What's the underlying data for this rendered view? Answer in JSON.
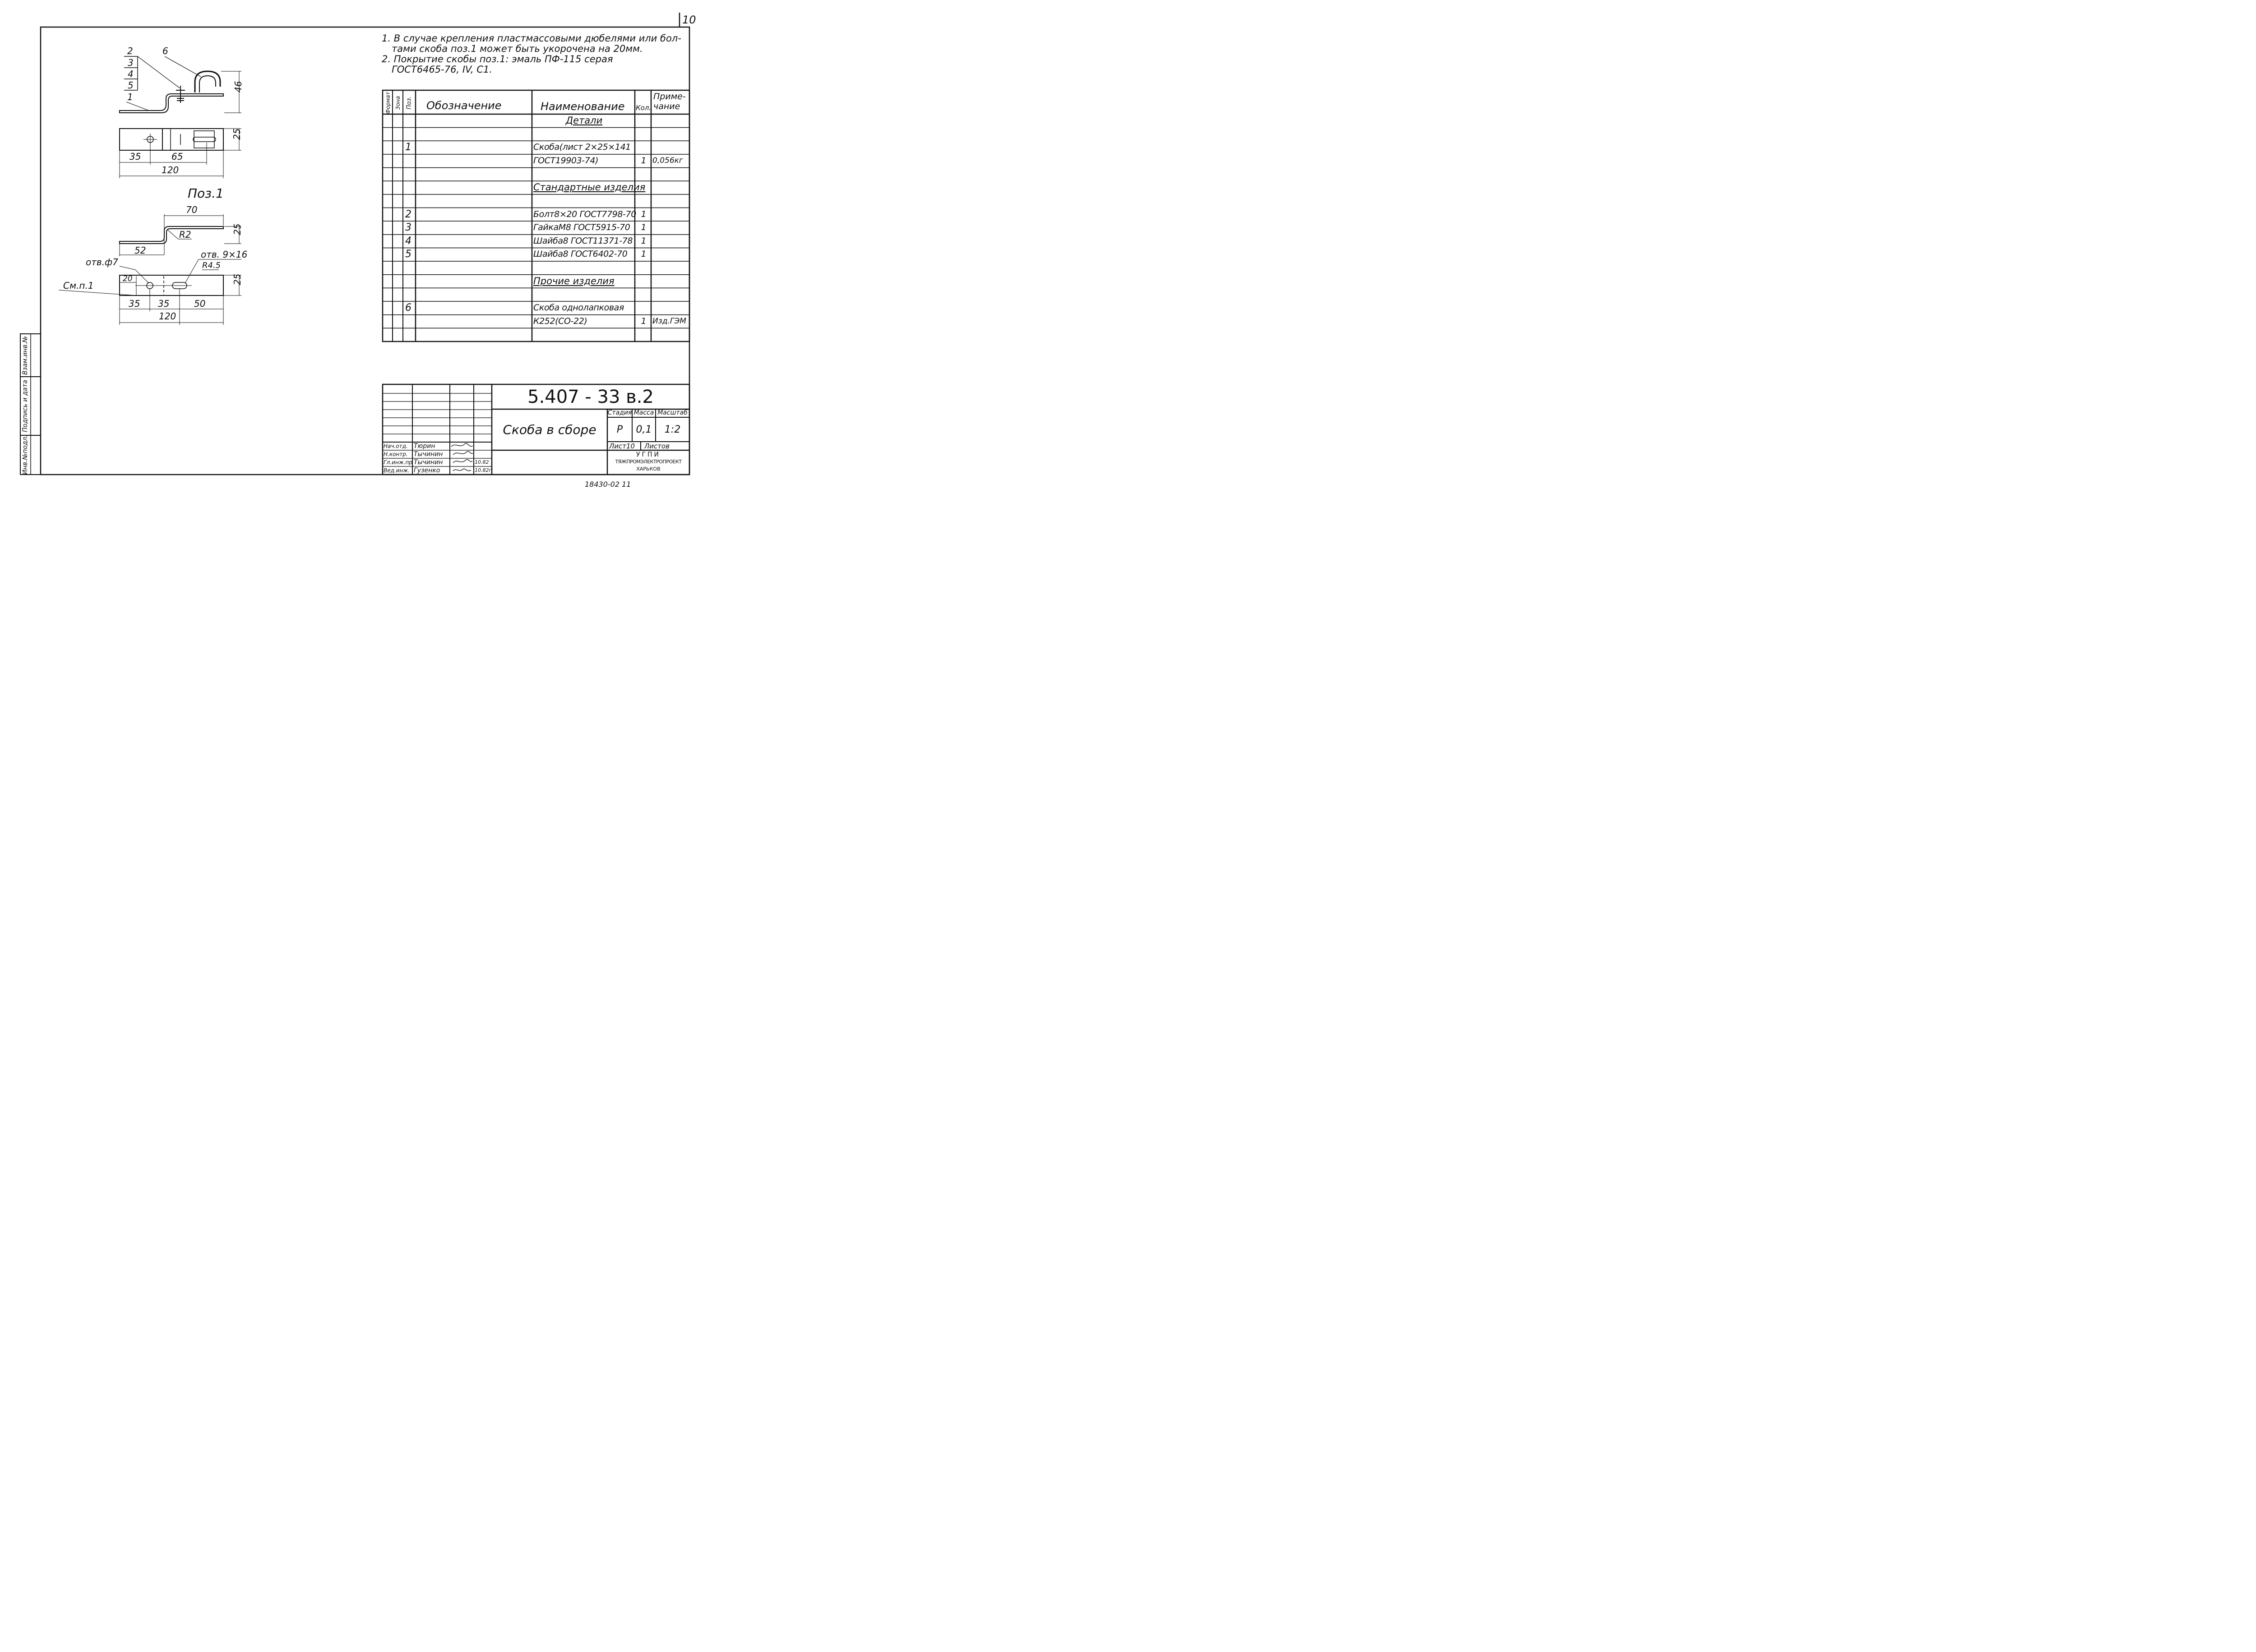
{
  "page_number": "10",
  "notes": {
    "n1_line1": "1. В случае крепления пластмассовыми дюбелями или бол-",
    "n1_line2": "тами скоба поз.1 может быть укорочена на 20мм.",
    "n2_line1": "2. Покрытие скобы поз.1: эмаль ПФ-115 серая",
    "n2_line2": "ГОСТ6465-76, IV, C1."
  },
  "drawing": {
    "assembly": {
      "callouts": [
        "2",
        "3",
        "4",
        "5",
        "1",
        "6"
      ],
      "dims": {
        "height": "46",
        "width": "25",
        "d35": "35",
        "d65": "65",
        "d120": "120"
      }
    },
    "part_title": "Поз.1",
    "part": {
      "dims": {
        "d70": "70",
        "r2": "R2",
        "h25": "25",
        "d52": "52",
        "hole": "отв.ф7",
        "slot": "отв. 9×16",
        "r45": "R4.5",
        "d20": "20",
        "note_ref": "См.п.1",
        "w25": "25",
        "d35a": "35",
        "d35b": "35",
        "d50": "50",
        "d120": "120"
      }
    }
  },
  "spec": {
    "headers": {
      "format": "Формат",
      "zone": "Зона",
      "pos": "Поз.",
      "designation": "Обозначение",
      "name": "Наименование",
      "qty": "Кол.",
      "note1": "Приме-",
      "note2": "чание"
    },
    "rows": [
      {
        "pos": "",
        "name": "Детали",
        "qty": "",
        "note": "",
        "section": true
      },
      {
        "pos": "",
        "name": "",
        "qty": "",
        "note": ""
      },
      {
        "pos": "1",
        "name": "Скоба(лист 2×25×141",
        "qty": "",
        "note": ""
      },
      {
        "pos": "",
        "name": "ГОСТ19903-74)",
        "qty": "1",
        "note": "0,056кг"
      },
      {
        "pos": "",
        "name": "",
        "qty": "",
        "note": ""
      },
      {
        "pos": "",
        "name": "Стандартные изделия",
        "qty": "",
        "note": "",
        "section": true
      },
      {
        "pos": "",
        "name": "",
        "qty": "",
        "note": ""
      },
      {
        "pos": "2",
        "name": "Болт8×20 ГОСТ7798-70",
        "qty": "1",
        "note": ""
      },
      {
        "pos": "3",
        "name": "ГайкаМ8 ГОСТ5915-70",
        "qty": "1",
        "note": ""
      },
      {
        "pos": "4",
        "name": "Шайба8 ГОСТ11371-78",
        "qty": "1",
        "note": ""
      },
      {
        "pos": "5",
        "name": "Шайба8 ГОСТ6402-70",
        "qty": "1",
        "note": ""
      },
      {
        "pos": "",
        "name": "",
        "qty": "",
        "note": ""
      },
      {
        "pos": "",
        "name": "Прочие изделия",
        "qty": "",
        "note": "",
        "section": true
      },
      {
        "pos": "",
        "name": "",
        "qty": "",
        "note": ""
      },
      {
        "pos": "6",
        "name": "Скоба однолапковая",
        "qty": "",
        "note": ""
      },
      {
        "pos": "",
        "name": "К252(СО-22)",
        "qty": "1",
        "note": "Изд.ГЭМ"
      },
      {
        "pos": "",
        "name": "",
        "qty": "",
        "note": ""
      }
    ]
  },
  "title_block": {
    "doc_code": "5.407 - 33 в.2",
    "title": "Скоба в сборе",
    "labels": {
      "stage": "Стадия",
      "mass": "Масса",
      "scale": "Масштаб",
      "sheet": "Лист10",
      "sheets": "Листов"
    },
    "values": {
      "stage": "Р",
      "mass": "0,1",
      "scale": "1:2"
    },
    "org": [
      "УГПИ",
      "ТЯЖПРОМЭЛЕКТРОПРОЕКТ",
      "ХАРЬКОВ"
    ],
    "signers": [
      {
        "role": "Нач.отд.",
        "name": "Тюрин",
        "date": ""
      },
      {
        "role": "Н.контр.",
        "name": "Тычинин",
        "date": ""
      },
      {
        "role": "Гл.инж.пр.",
        "name": "Тычинин",
        "date": "10.82"
      },
      {
        "role": "Вед.инж.",
        "name": "Гузенко",
        "date": "10.82г"
      }
    ]
  },
  "side_stamp": {
    "inv_orig": "Инв.№подл.",
    "sign_date": "Подпись и дата",
    "inv_dup": "Взам.инв.№"
  },
  "bottom_code": "18430-02   11"
}
